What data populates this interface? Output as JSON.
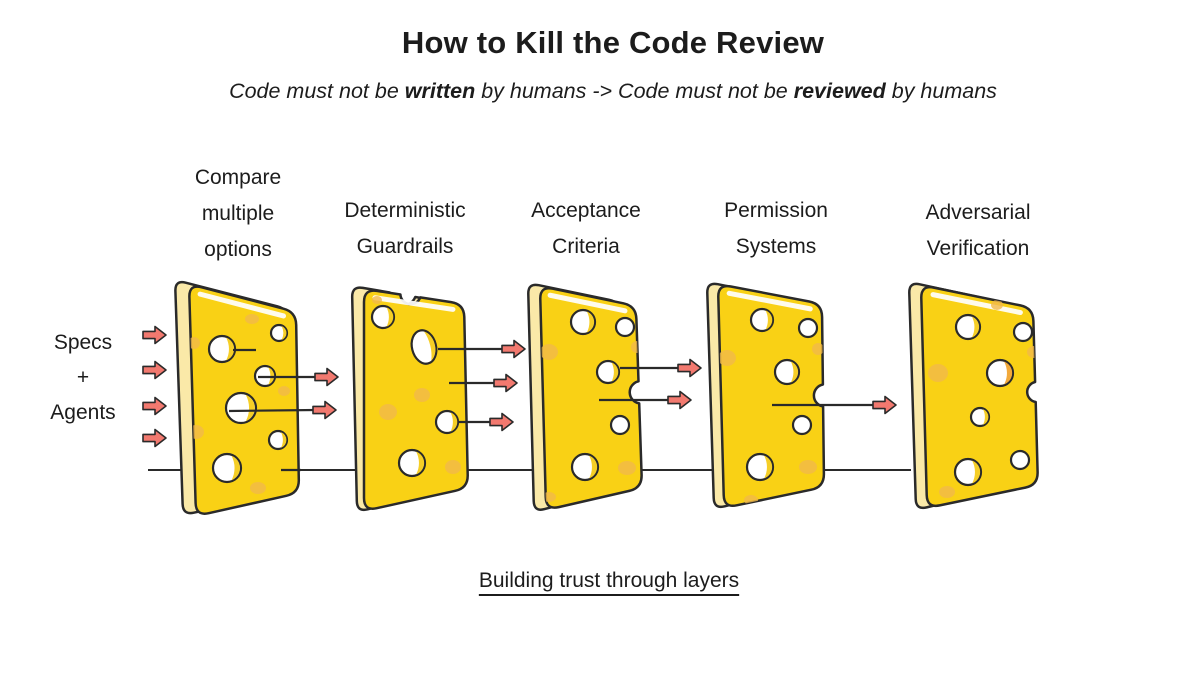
{
  "title": "How to Kill the Code Review",
  "subtitle": {
    "pre": "Code must not be ",
    "bold1": "written",
    "mid": " by humans -> Code must not be ",
    "bold2": "reviewed",
    "post": " by humans"
  },
  "source_label": "Specs\n+\nAgents",
  "layers": [
    {
      "label": "Compare\nmultiple\noptions"
    },
    {
      "label": "Deterministic\nGuardrails"
    },
    {
      "label": "Acceptance\nCriteria"
    },
    {
      "label": "Permission\nSystems"
    },
    {
      "label": "Adversarial\nVerification"
    }
  ],
  "footer": "Building trust through layers",
  "colors": {
    "cheese": "#F9D115",
    "cheese_side": "#FAE9A8",
    "cheese_spot": "#F1B94A",
    "hole_crescent": "#F5CE26",
    "hole_crescent_alt": "#F2A93B",
    "arrow_fill": "#F2796F",
    "ink": "#2A2A2A",
    "text": "#1C1C1C",
    "background": "#FFFFFF"
  }
}
